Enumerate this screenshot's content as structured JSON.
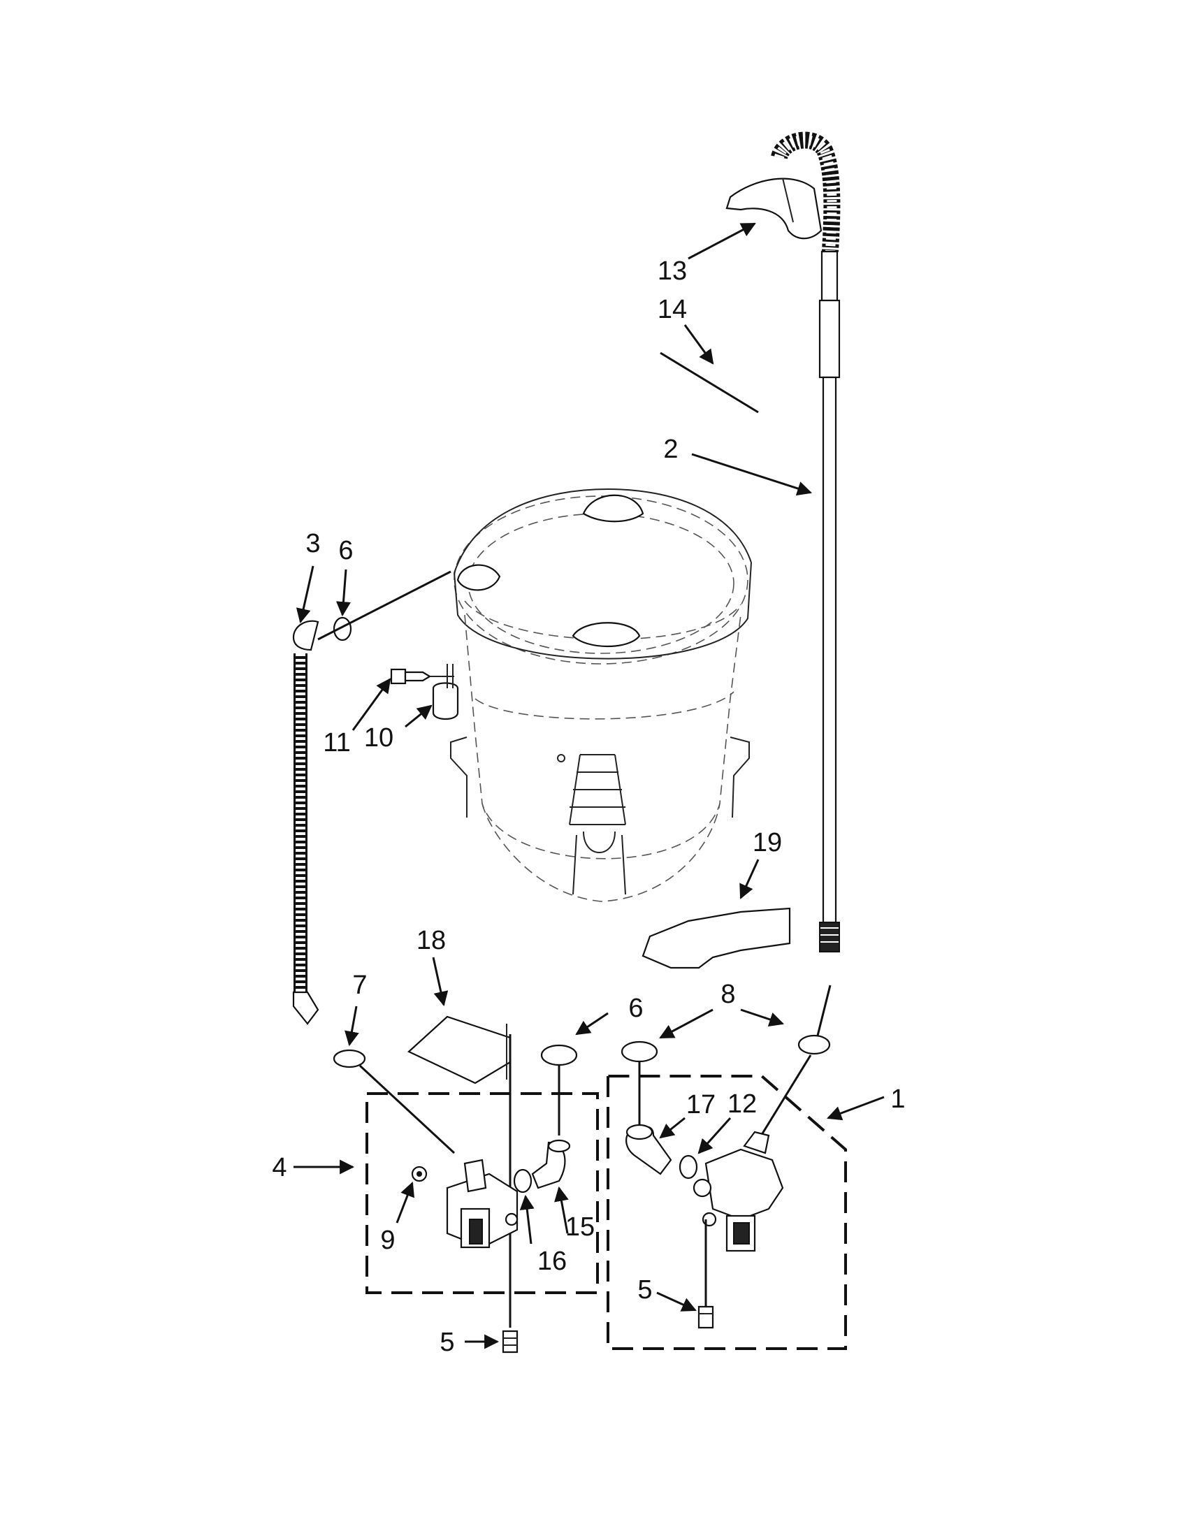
{
  "diagram": {
    "callouts": [
      {
        "id": "1",
        "part": "pump-assembly-group"
      },
      {
        "id": "2",
        "part": "drain-hose"
      },
      {
        "id": "3",
        "part": "tub-to-pump-hose"
      },
      {
        "id": "4",
        "part": "valve-assembly-group"
      },
      {
        "id": "5",
        "part": "screw"
      },
      {
        "id": "6",
        "part": "clamp"
      },
      {
        "id": "7",
        "part": "clamp"
      },
      {
        "id": "8",
        "part": "clamp"
      },
      {
        "id": "9",
        "part": "washer"
      },
      {
        "id": "10",
        "part": "hose-holder"
      },
      {
        "id": "11",
        "part": "screw"
      },
      {
        "id": "12",
        "part": "clamp"
      },
      {
        "id": "13",
        "part": "hose-hook"
      },
      {
        "id": "14",
        "part": "cable-tie"
      },
      {
        "id": "15",
        "part": "elbow-hose"
      },
      {
        "id": "16",
        "part": "clamp"
      },
      {
        "id": "17",
        "part": "elbow-hose"
      },
      {
        "id": "18",
        "part": "shield"
      },
      {
        "id": "19",
        "part": "bracket"
      }
    ],
    "labels": {
      "c1": "1",
      "c2": "2",
      "c3": "3",
      "c4": "4",
      "c5a": "5",
      "c5b": "5",
      "c6a": "6",
      "c6b": "6",
      "c7": "7",
      "c8": "8",
      "c9": "9",
      "c10": "10",
      "c11": "11",
      "c12": "12",
      "c13": "13",
      "c14": "14",
      "c15": "15",
      "c16": "16",
      "c17": "17",
      "c18": "18",
      "c19": "19"
    }
  }
}
